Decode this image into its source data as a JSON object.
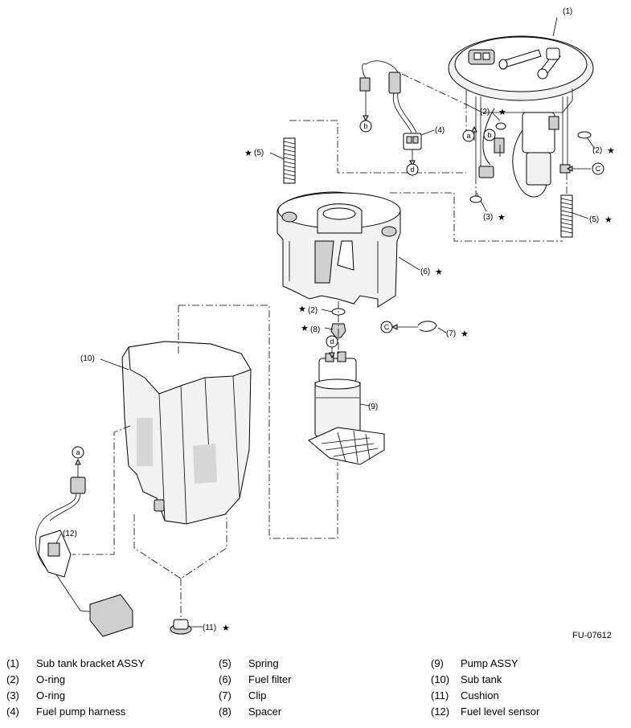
{
  "figure": {
    "code": "FU-07612",
    "callouts": {
      "c1": "(1)",
      "c2a": "(2)",
      "c2b": "(2)",
      "c2c": "(2)",
      "c3": "(3)",
      "c4": "(4)",
      "c5a": "(5)",
      "c5b": "(5)",
      "c6": "(6)",
      "c7": "(7)",
      "c8": "(8)",
      "c9": "(9)",
      "c10": "(10)",
      "c11": "(11)",
      "c12": "(12)"
    },
    "connectors": {
      "a": "a",
      "b": "b",
      "c": "C",
      "d": "d"
    },
    "star": "★"
  },
  "legend": {
    "col1": [
      {
        "num": "(1)",
        "name": "Sub tank bracket ASSY"
      },
      {
        "num": "(2)",
        "name": "O-ring"
      },
      {
        "num": "(3)",
        "name": "O-ring"
      },
      {
        "num": "(4)",
        "name": "Fuel pump harness"
      }
    ],
    "col2": [
      {
        "num": "(5)",
        "name": "Spring"
      },
      {
        "num": "(6)",
        "name": "Fuel filter"
      },
      {
        "num": "(7)",
        "name": "Clip"
      },
      {
        "num": "(8)",
        "name": "Spacer"
      }
    ],
    "col3": [
      {
        "num": "(9)",
        "name": "Pump ASSY"
      },
      {
        "num": "(10)",
        "name": "Sub tank"
      },
      {
        "num": "(11)",
        "name": "Cushion"
      },
      {
        "num": "(12)",
        "name": "Fuel level sensor"
      }
    ]
  }
}
